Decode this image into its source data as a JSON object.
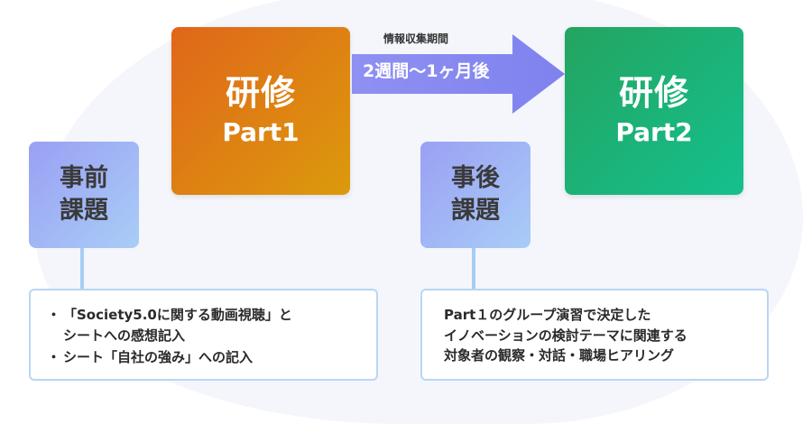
{
  "training_part1": {
    "title": "研修",
    "subtitle": "Part1"
  },
  "training_part2": {
    "title": "研修",
    "subtitle": "Part2"
  },
  "interval_arrow": {
    "label_top": "情報収集期間",
    "label_main": "2週間〜1ヶ月後"
  },
  "pre_task": {
    "title_line1": "事前",
    "title_line2": "課題",
    "items": [
      {
        "bullet": "・",
        "line1": "「Society5.0に関する動画視聴」と",
        "line2": "シートへの感想記入"
      },
      {
        "bullet": "・",
        "line1": "シート「自社の強み」への記入"
      }
    ]
  },
  "post_task": {
    "title_line1": "事後",
    "title_line2": "課題",
    "lines": [
      "Part１のグループ演習で決定した",
      "イノベーションの検討テーマに関連する",
      "対象者の観察・対話・職場ヒアリング"
    ]
  },
  "colors": {
    "part1_start": "#e0661a",
    "part1_end": "#dc9a0c",
    "part2_start": "#24a460",
    "part2_end": "#14c08e",
    "arrow": "#8a8cf0",
    "task_box": "#9aa0f4",
    "note_border": "#b9d6f3"
  }
}
